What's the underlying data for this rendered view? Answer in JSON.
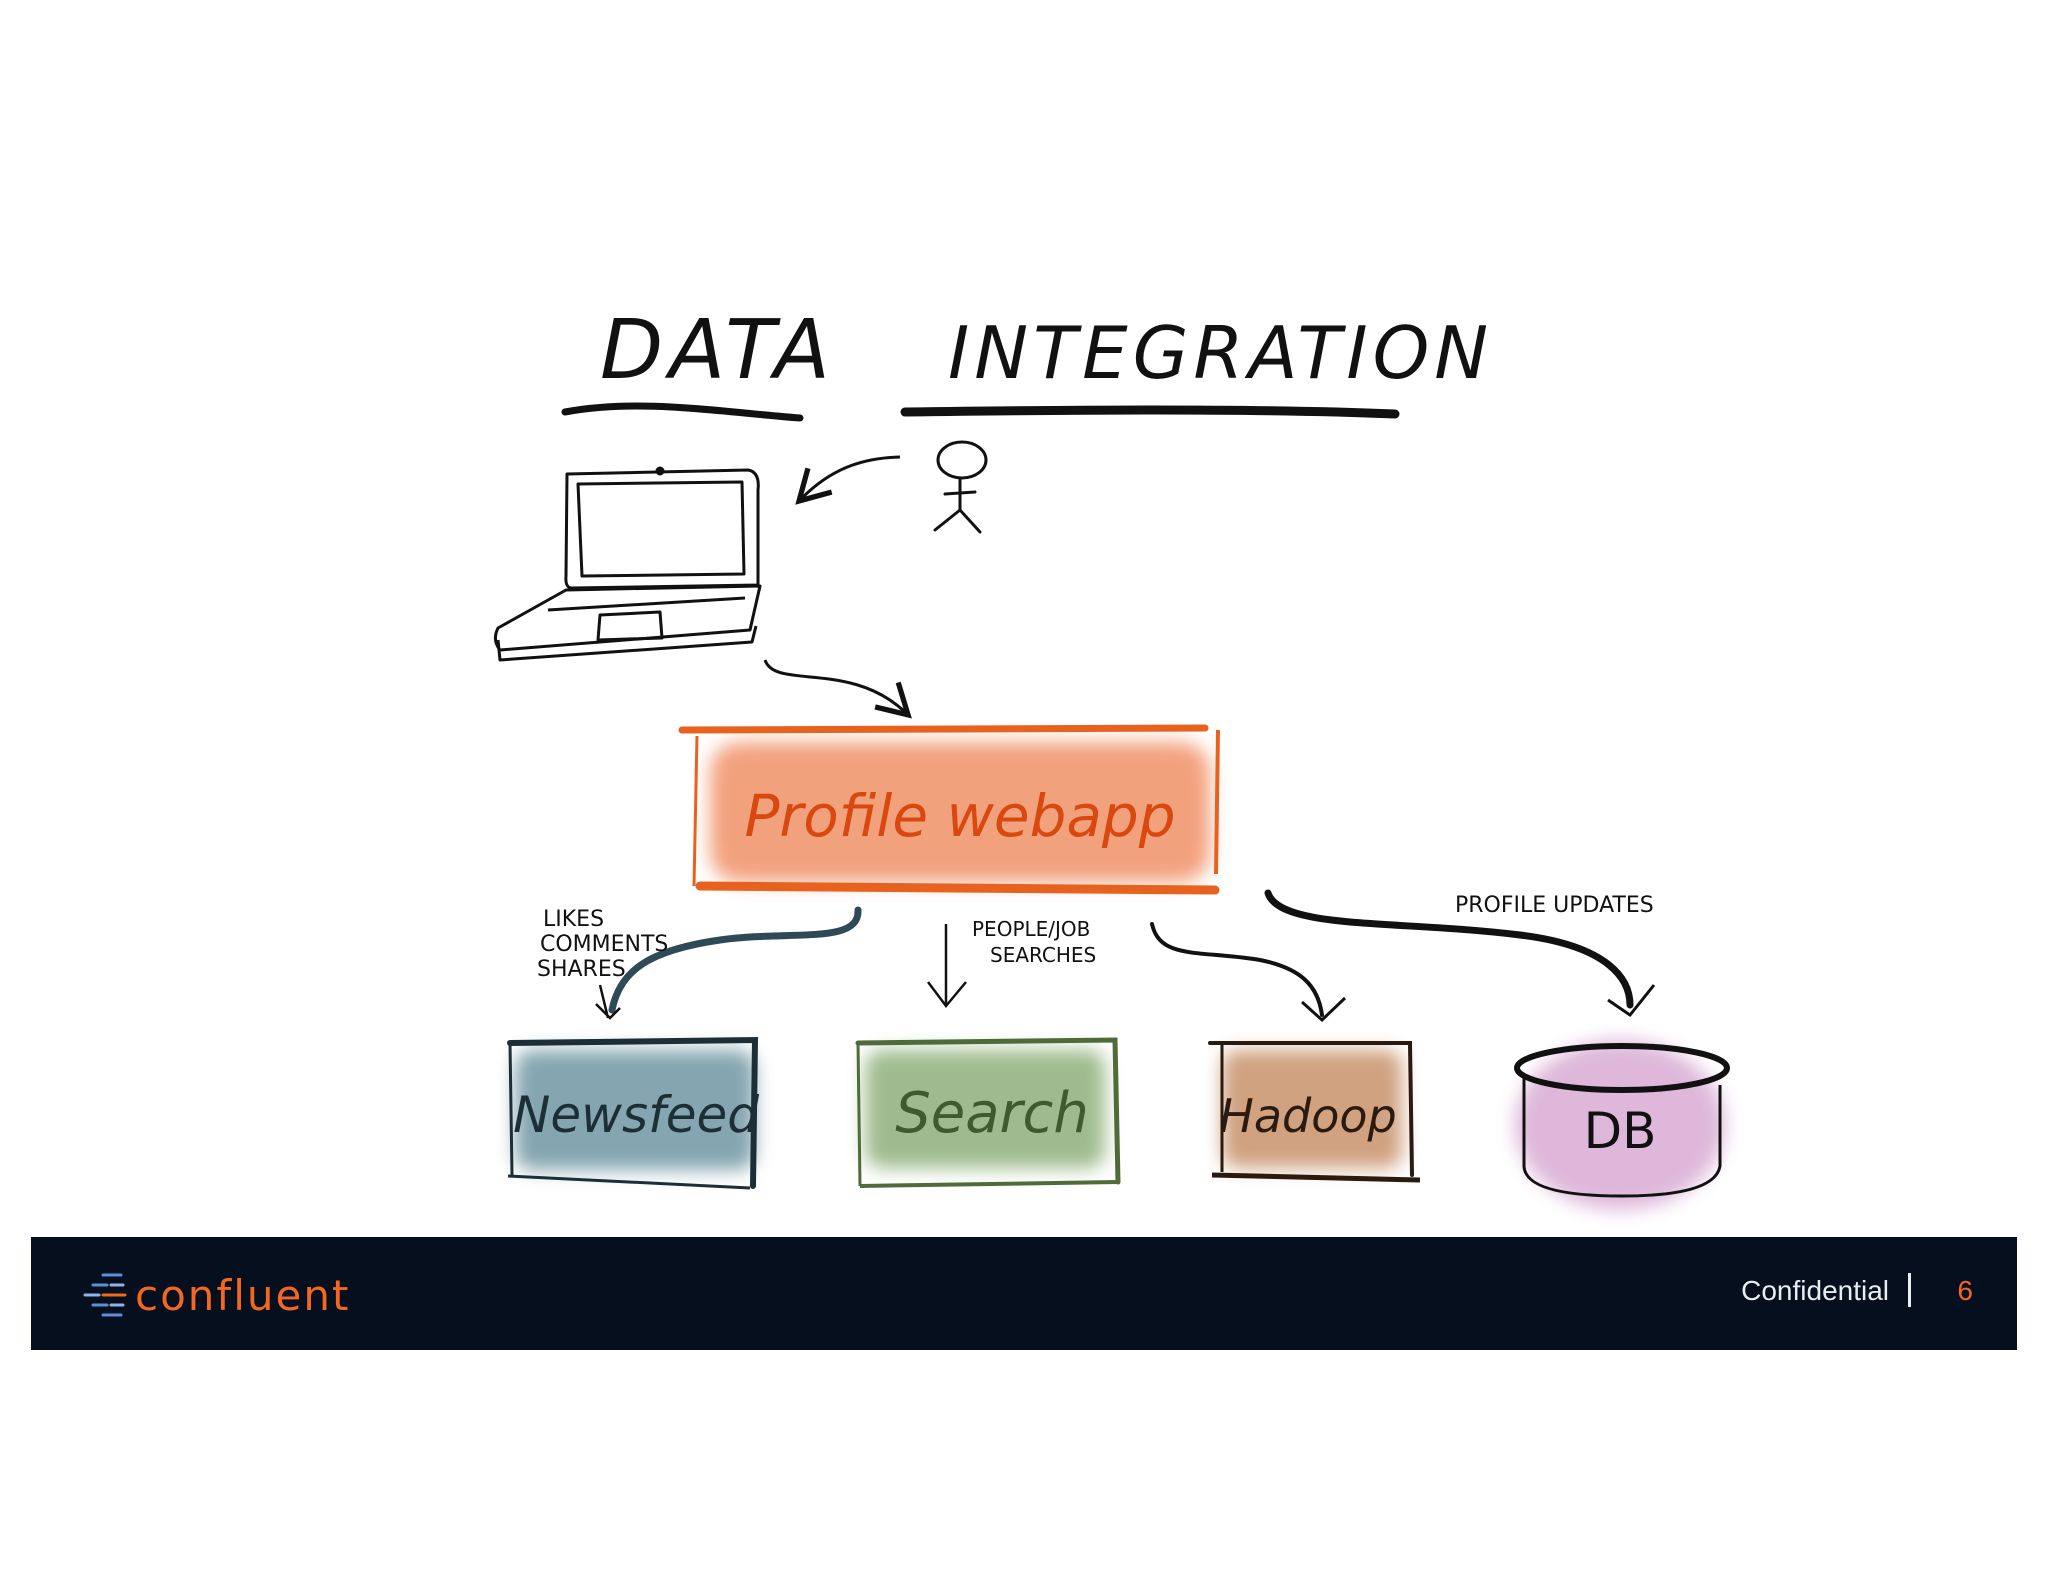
{
  "diagram": {
    "title_word1": "DATA",
    "title_word2": "INTEGRATION",
    "center_node": "Profile webapp",
    "nodes": [
      "Newsfeed",
      "Search",
      "Hadoop",
      "DB"
    ],
    "edge_labels": {
      "newsfeed": [
        "LIKES",
        "COMMENTS",
        "SHARES"
      ],
      "search": [
        "PEOPLE/JOB",
        "SEARCHES"
      ],
      "db": "PROFILE UPDATES"
    },
    "colors": {
      "webapp": "#f08a5d",
      "webapp_border": "#e8621f",
      "newsfeed": "#6f96a3",
      "search": "#8fb07a",
      "hadoop": "#c8926a",
      "db": "#d6a6d1"
    }
  },
  "footer": {
    "logo_text": "confluent",
    "confidential": "Confidential",
    "page_number": "6"
  }
}
